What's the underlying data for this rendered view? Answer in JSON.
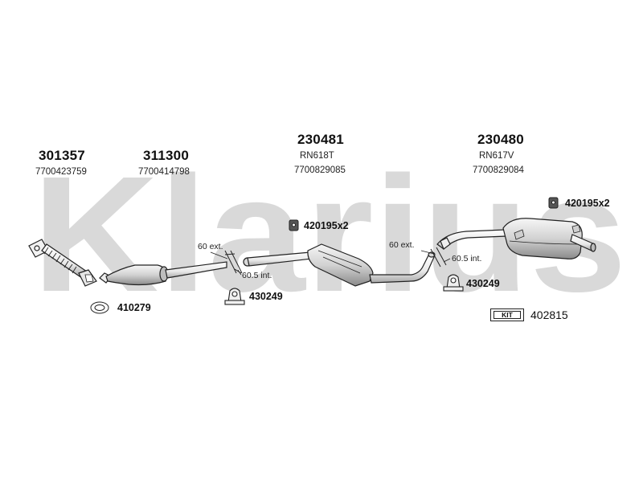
{
  "watermark": {
    "text": "Klarius",
    "color": "#d9d9d9"
  },
  "parts": [
    {
      "part_no": "301357",
      "oe_no": "7700423759"
    },
    {
      "part_no": "311300",
      "oe_no": "7700414798"
    },
    {
      "part_no": "230481",
      "ref": "RN618T",
      "oe_no": "7700829085"
    },
    {
      "part_no": "230480",
      "ref": "RN617V",
      "oe_no": "7700829084"
    }
  ],
  "accessories": {
    "gasket": "410279",
    "clamp_front": "430249",
    "clamp_rear": "430249",
    "hanger_centre": "420195x2",
    "hanger_rear": "420195x2"
  },
  "joints": {
    "front": {
      "ext": "60 ext.",
      "int": "60.5 int."
    },
    "rear": {
      "ext": "60 ext.",
      "int": "60.5 int."
    }
  },
  "kit": {
    "label": "KIT",
    "number": "402815"
  },
  "icons": [
    "gasket-ring-icon",
    "clamp-icon",
    "rubber-hanger-icon",
    "kit-box-icon"
  ]
}
